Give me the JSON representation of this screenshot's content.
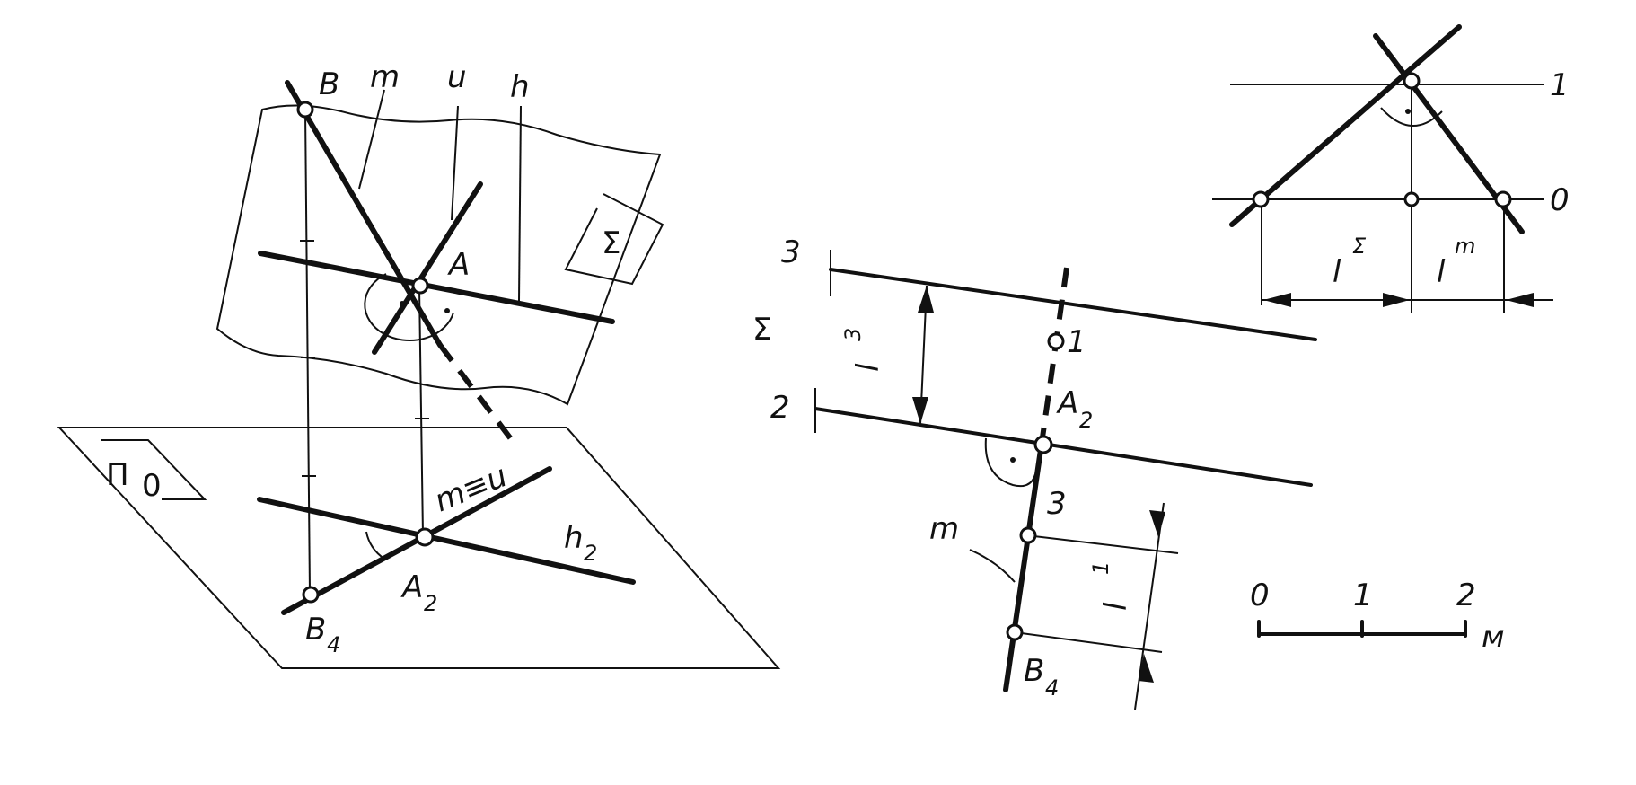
{
  "left_view": {
    "label_B": "B",
    "label_m": "m",
    "label_u": "u",
    "label_h": "h",
    "label_A": "A",
    "label_sigma": "Σ",
    "label_pi": "Π",
    "label_pi_sub": "0",
    "label_m_eq_u": "m≡u",
    "label_h2": "h",
    "label_h2_sub": "2",
    "label_A2": "A",
    "label_A2_sub": "2",
    "label_B4": "B",
    "label_B4_sub": "4"
  },
  "middle_view": {
    "level_3_top": "3",
    "level_2": "2",
    "label_sigma": "Σ",
    "label_dim_l3": "l",
    "label_dim_l3_sub": "3",
    "label_1": "1",
    "label_A2": "A",
    "label_A2_sub": "2",
    "label_3": "3",
    "label_m": "m",
    "label_dim_l1": "l",
    "label_dim_l1_sub": "1",
    "label_B4": "B",
    "label_B4_sub": "4"
  },
  "scale_bar": {
    "ticks": [
      "0",
      "1",
      "2"
    ],
    "unit": "м"
  },
  "right_view": {
    "level_1": "1",
    "level_0": "0",
    "label_l_sigma": "l",
    "label_l_sigma_sup": "Σ",
    "label_l_m": "l",
    "label_l_m_sup": "m"
  }
}
